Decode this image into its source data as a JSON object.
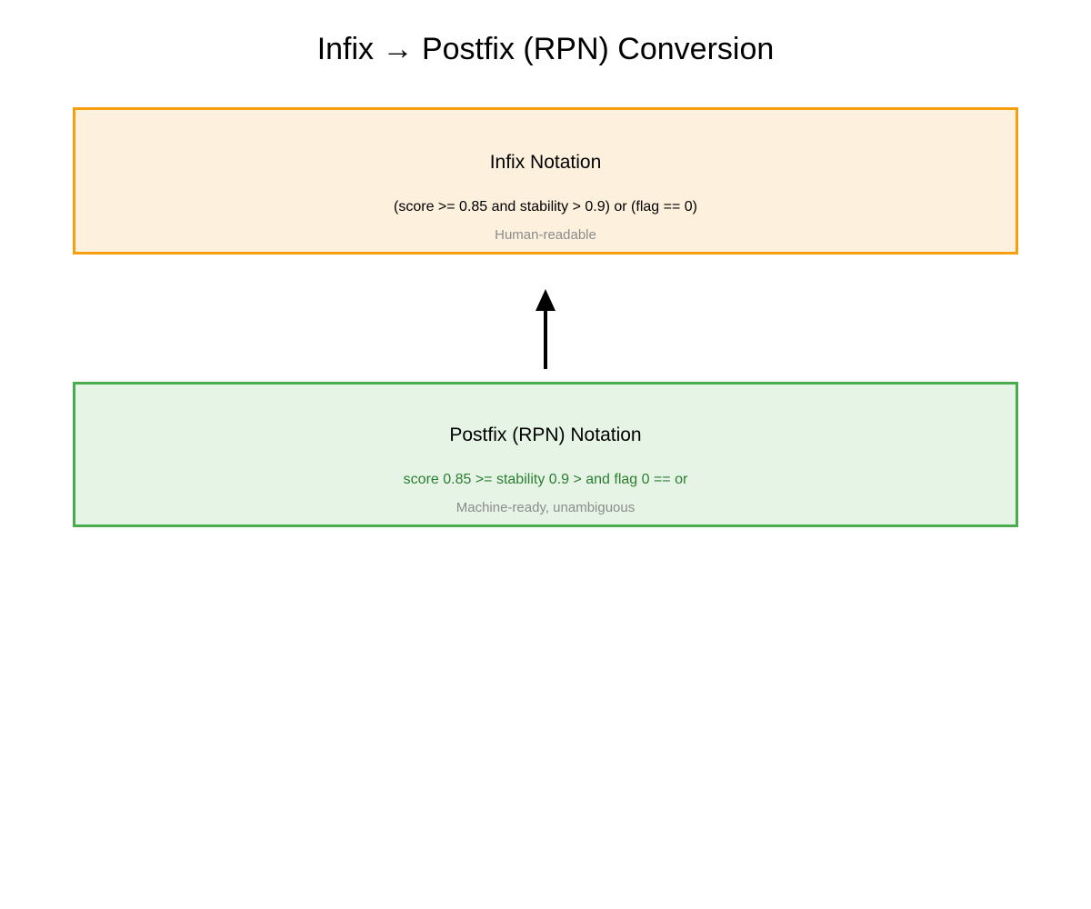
{
  "page": {
    "title": "Infix → Postfix (RPN) Conversion",
    "background_color": "#ffffff"
  },
  "arrow": {
    "icon": "arrow-up-icon",
    "direction": "up",
    "color": "#000000",
    "from": "Postfix (RPN) Notation",
    "to": "Infix Notation"
  },
  "panels": {
    "infix": {
      "title": "Infix Notation",
      "expression": "(score >= 0.85 and stability > 0.9) or (flag == 0)",
      "caption": "Human-readable",
      "border_color": "#f69f0e",
      "fill_color": "#fdf0dd",
      "expression_color": "#000000",
      "caption_color": "#8c8c8c"
    },
    "postfix": {
      "title": "Postfix (RPN) Notation",
      "expression": "score 0.85 >= stability 0.9 > and flag 0 == or",
      "caption": "Machine-ready, unambiguous",
      "border_color": "#48ab4c",
      "fill_color": "#e5f4e4",
      "expression_color": "#2d7d33",
      "caption_color": "#8c8c8c"
    }
  }
}
